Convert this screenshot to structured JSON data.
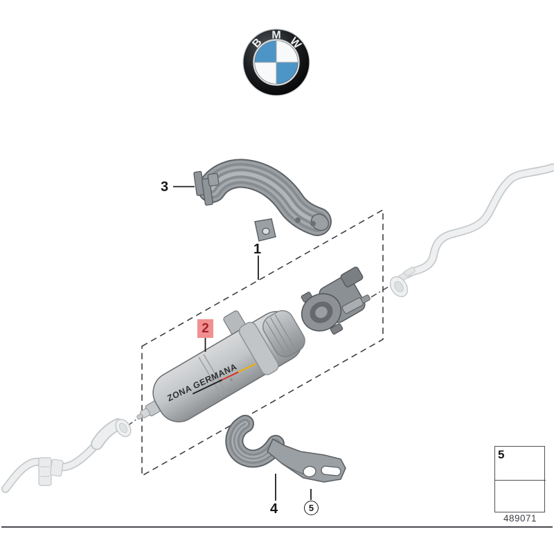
{
  "logo": {
    "letters": [
      "B",
      "M",
      "W"
    ],
    "blue": "#4d94c7",
    "ring": "#15171a"
  },
  "callouts": {
    "c1": "1",
    "c2": "2",
    "c3": "3",
    "c4": "4",
    "c5": "5"
  },
  "callout2_style": {
    "highlight": "#f19090",
    "text_color": "#a6222c"
  },
  "legend": {
    "label": "5",
    "part_icon": "flanged-nut",
    "symbol_icon": "installation-direction-arrow"
  },
  "footer": {
    "drawing_number": "489071"
  },
  "watermark": {
    "text": "ZONA GERMANA",
    "underline_colors": [
      "#222222",
      "#d93025",
      "#f0b000"
    ]
  },
  "parts": {
    "box": "assembly-bounding-box",
    "p1": "fuel-filter-assembly",
    "p2": "fuel-filter",
    "p3": "upper-bracket",
    "p4": "lower-bracket",
    "p5": "flanged-nut",
    "front_line": "front-fuel-line",
    "rear_line": "rear-fuel-line",
    "regulator": "pressure-regulator"
  }
}
